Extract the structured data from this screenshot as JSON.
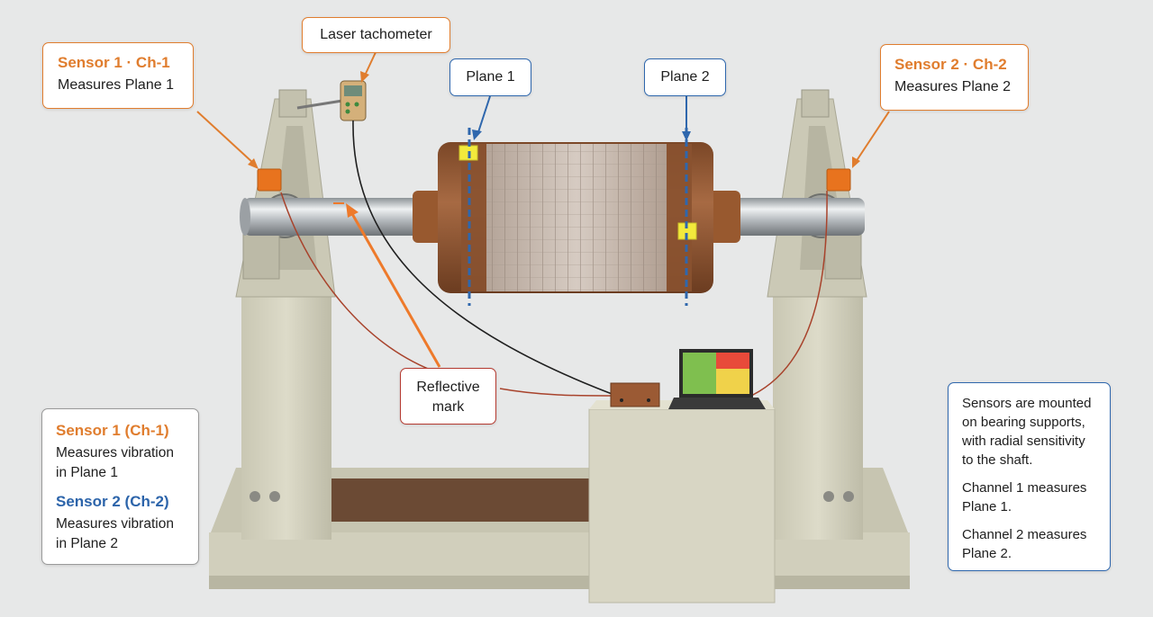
{
  "sensor1_callout": {
    "title": "Sensor 1 · Ch-1",
    "subtitle": "Measures Plane 1"
  },
  "sensor2_callout": {
    "title": "Sensor 2 · Ch-2",
    "subtitle": "Measures Plane 2"
  },
  "tachometer_callout": {
    "label": "Laser tachometer"
  },
  "plane1_callout": {
    "label": "Plane 1"
  },
  "plane2_callout": {
    "label": "Plane 2"
  },
  "reflective_callout": {
    "line1": "Reflective",
    "line2": "mark"
  },
  "legend": {
    "sensor1_title": "Sensor 1 (Ch-1)",
    "sensor1_line1": "Measures vibration",
    "sensor1_line2": "in Plane 1",
    "sensor2_title": "Sensor 2 (Ch-2)",
    "sensor2_line1": "Measures vibration",
    "sensor2_line2": "in Plane 2"
  },
  "note": {
    "p1_line1": "Sensors are mounted",
    "p1_line2": "on bearing supports,",
    "p1_line3": "with radial sensitivity",
    "p1_line4": "to the shaft.",
    "p2_line1": "Channel 1 measures",
    "p2_line2": "Plane 1.",
    "p3_line1": "Channel 2 measures",
    "p3_line2": "Plane 2."
  },
  "colors": {
    "sensor_orange": "#e07d2e",
    "plane_blue": "#2f67ad",
    "reflective_red": "#b43a30",
    "rotor_copper": "#8a5230",
    "frame_beige": "#d8d6c4",
    "shaft_steel": "#b9bec2"
  }
}
